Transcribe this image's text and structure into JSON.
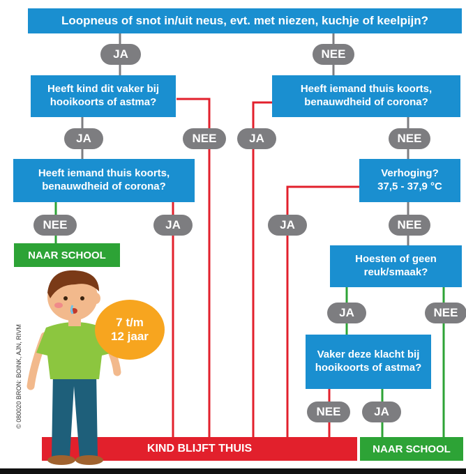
{
  "questions": {
    "q1": "Loopneus of snot in/uit neus, evt. met niezen, kuchje of keelpijn?",
    "q2": "Heeft kind dit vaker bij hooikoorts of astma?",
    "q3": "Heeft iemand thuis koorts, benauwdheid of corona?",
    "q4": "Heeft iemand thuis koorts, benauwdheid of corona?",
    "q5_line1": "Verhoging?",
    "q5_line2": "37,5 - 37,9 °C",
    "q6": "Hoesten of geen reuk/smaak?",
    "q7": "Vaker deze klacht bij hooikoorts of astma?"
  },
  "answers": {
    "yes": "JA",
    "no": "NEE"
  },
  "outcomes": {
    "school_left": "NAAR SCHOOL",
    "school_right": "NAAR SCHOOL",
    "stay_home": "KIND BLIJFT THUIS"
  },
  "age_badge": {
    "line1": "7 t/m",
    "line2": "12 jaar"
  },
  "credit": "© 080020 BRON: BOINK, AJN, RIVM",
  "colors": {
    "box": "#1a8fd0",
    "pill": "#7d7d80",
    "green": "#2da336",
    "red": "#e2202c",
    "badge": "#f7a51f"
  }
}
